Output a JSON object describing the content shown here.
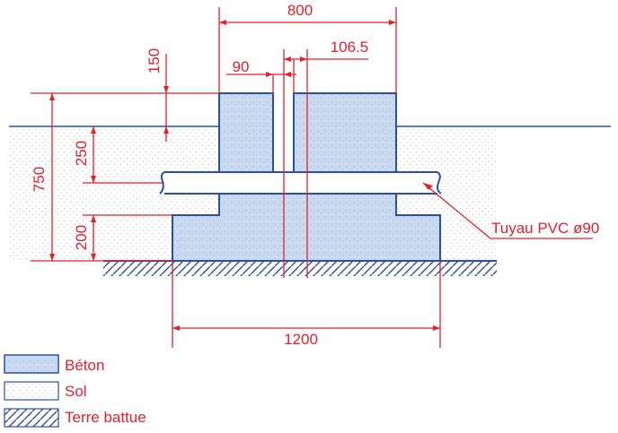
{
  "colors": {
    "dimension": "#e3202b",
    "outline": "#2b4fa8",
    "concrete_fill": "#c9d9ef",
    "soil_dots": "#b8bcc6",
    "background": "#ffffff"
  },
  "dimensions": {
    "top_width": "800",
    "pipe_gap": "90",
    "offset": "106.5",
    "top_height": "150",
    "upper_depth": "250",
    "total_height": "750",
    "lower_height": "200",
    "base_width": "1200"
  },
  "callout": {
    "pipe_label": "Tuyau PVC ø90"
  },
  "legend": {
    "items": [
      {
        "label": "Béton",
        "pattern": "concrete"
      },
      {
        "label": "Sol",
        "pattern": "soil"
      },
      {
        "label": "Terre battue",
        "pattern": "hatch"
      }
    ]
  }
}
